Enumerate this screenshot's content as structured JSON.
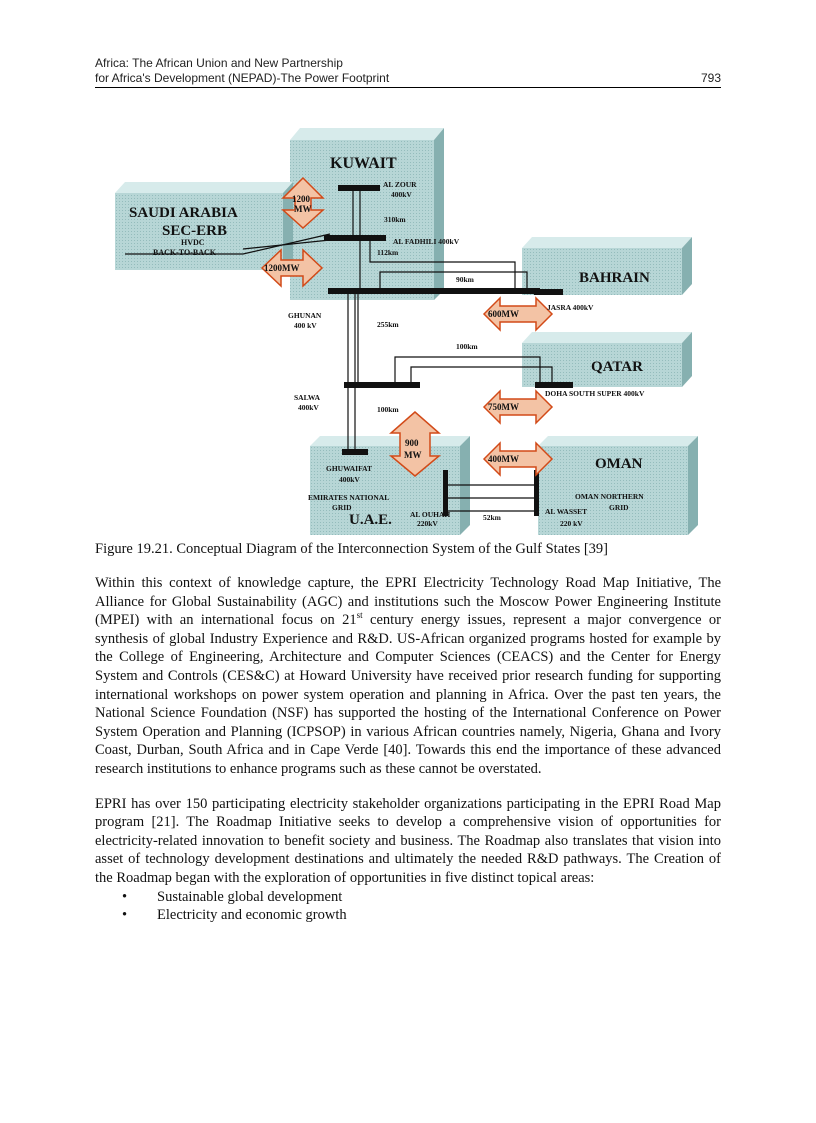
{
  "header": {
    "line1": "Africa: The African Union and New Partnership",
    "line2": "for Africa's Development (NEPAD)-The Power Footprint",
    "page_number": "793"
  },
  "figure": {
    "kuwait": "KUWAIT",
    "saudi1": "SAUDI ARABIA",
    "saudi2": "SEC-ERB",
    "hvdc": "HVDC",
    "b2b": "BACK-TO-BACK",
    "bahrain": "BAHRAIN",
    "qatar": "QATAR",
    "oman": "OMAN",
    "uae": "U.A.E.",
    "alzour1": "AL ZOUR",
    "alzour2": "400kV",
    "d310": "310km",
    "fadhili": "AL FADHILI 400kV",
    "d112": "112km",
    "d90": "90km",
    "ghunan1": "GHUNAN",
    "ghunan2": "400 kV",
    "d255": "255km",
    "jasra": "JASRA 400kV",
    "d100a": "100km",
    "doha": "DOHA SOUTH SUPER 400kV",
    "salwa1": "SALWA",
    "salwa2": "400kV",
    "d100b": "100km",
    "ghuw1": "GHUWAIFAT",
    "ghuw2": "400kV",
    "eng1": "EMIRATES NATIONAL",
    "eng2": "GRID",
    "ouhah1": "AL OUHAH",
    "ouhah2": "220kV",
    "d52": "52km",
    "wasset1": "AL WASSET",
    "wasset2": "220 kV",
    "ong1": "OMAN NORTHERN",
    "ong2": "GRID",
    "a1200a": "1200",
    "a1200b": "MW",
    "a1200mw": "1200MW",
    "a600": "600MW",
    "a750": "750MW",
    "a900a": "900",
    "a900b": "MW",
    "a400": "400MW"
  },
  "caption": "Figure 19.21. Conceptual Diagram of the Interconnection System of the Gulf States [39]",
  "para1a": "Within this context of knowledge capture, the EPRI Electricity Technology Road Map Initiative, The Alliance for Global Sustainability (AGC) and institutions such the Moscow Power Engineering Institute (MPEI) with an international focus on 21",
  "para1sup": "st",
  "para1b": " century energy issues, represent a major convergence or synthesis of global Industry Experience and R&D. US-African organized programs hosted for example by the College of Engineering, Architecture and Computer Sciences (CEACS) and the Center for Energy System and Controls (CES&C) at Howard University have received prior research funding for supporting international workshops on power system operation and planning in Africa. Over the past ten years, the National Science Foundation (NSF) has supported the hosting of the International Conference on Power System Operation and Planning (ICPSOP) in various African countries namely, Nigeria, Ghana and Ivory Coast, Durban, South Africa and in Cape Verde [40]. Towards this end the importance of these advanced research institutions to enhance programs such as these cannot be overstated.",
  "para2": "EPRI has over 150 participating electricity stakeholder organizations participating in the EPRI Road Map program [21]. The Roadmap Initiative seeks to develop a comprehensive vision of opportunities for electricity-related innovation to benefit society and business. The Roadmap also translates that vision into asset of technology development destinations and ultimately the needed R&D pathways. The Creation of the Roadmap began with the exploration of opportunities in five distinct topical areas:",
  "bullets": [
    "Sustainable global development",
    "Electricity and economic growth"
  ],
  "bullet_glyph": "•"
}
